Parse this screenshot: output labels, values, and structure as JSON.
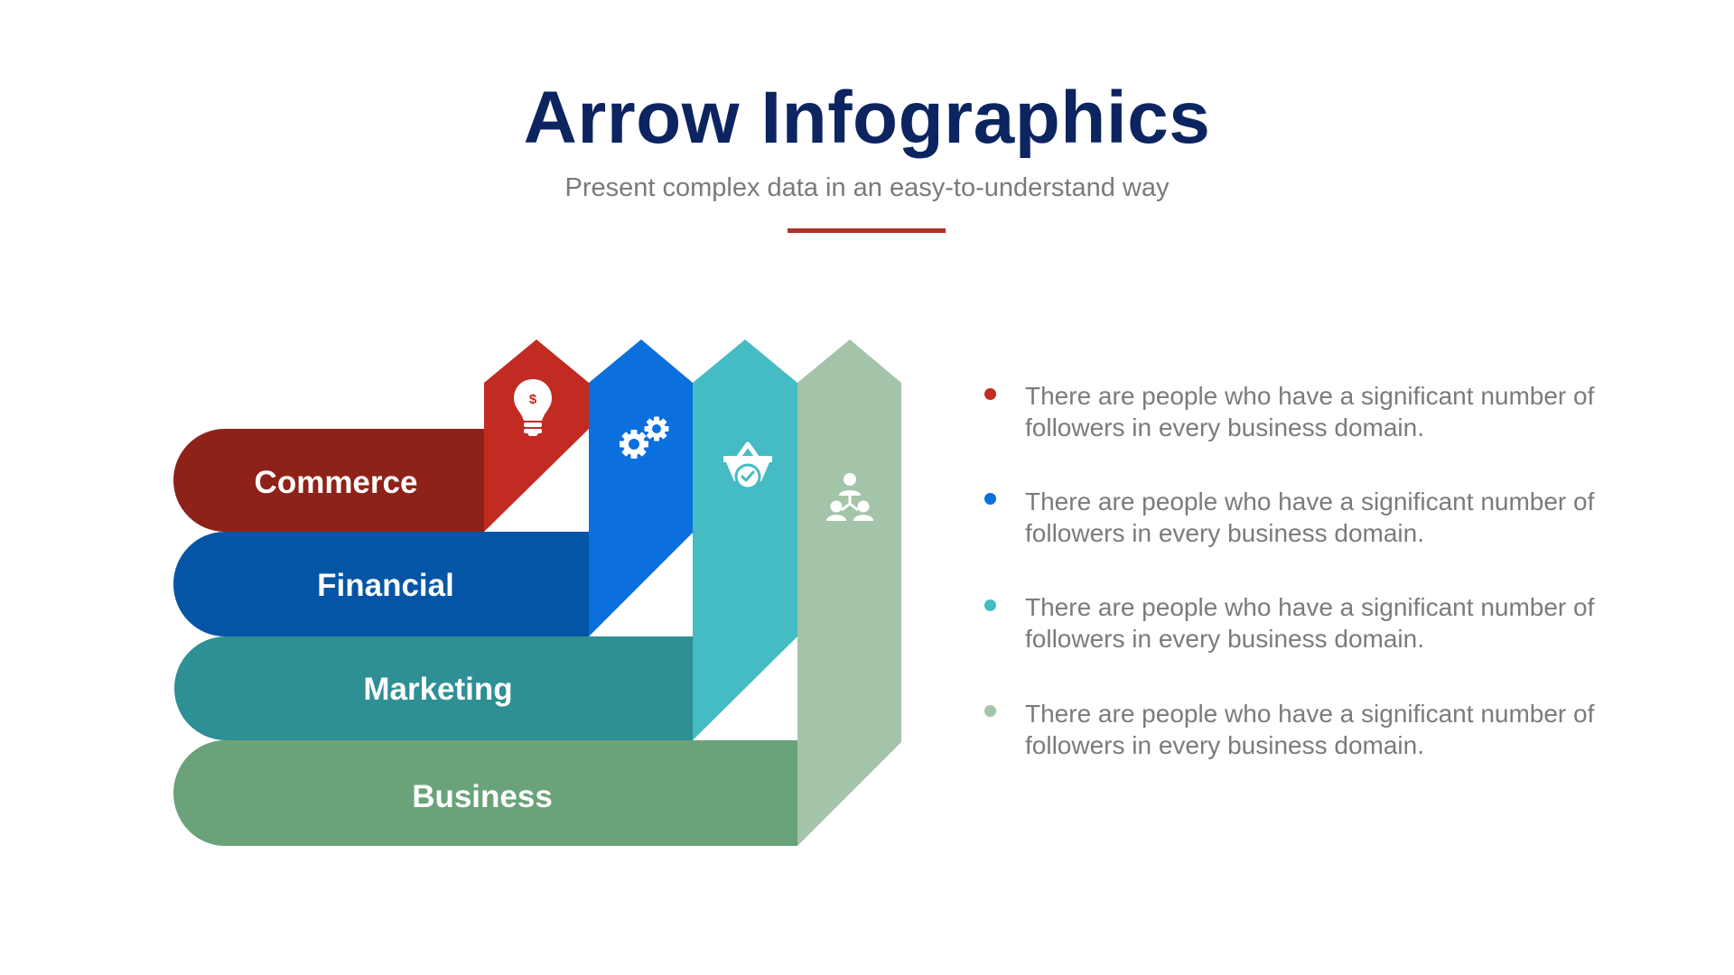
{
  "header": {
    "title": "Arrow Infographics",
    "subtitle": "Present complex data in an easy-to-understand way",
    "accent_line_color": "#b0302a"
  },
  "arrows": [
    {
      "label": "Commerce",
      "icon": "lightbulb-dollar-icon",
      "bar_color": "#8e2218",
      "arrow_color": "#c12b22",
      "icon_text": "$"
    },
    {
      "label": "Financial",
      "icon": "gears-icon",
      "bar_color": "#0455a6",
      "arrow_color": "#0b70de"
    },
    {
      "label": "Marketing",
      "icon": "basket-check-icon",
      "bar_color": "#2e8f94",
      "arrow_color": "#45bcc4"
    },
    {
      "label": "Business",
      "icon": "team-hierarchy-icon",
      "bar_color": "#6aa27a",
      "arrow_color": "#a4c4aa"
    }
  ],
  "bullets": [
    {
      "dot_color": "#c12b22",
      "text": "There are people who have a significant number of followers in every business domain."
    },
    {
      "dot_color": "#0b70de",
      "text": "There are people who have a significant number of followers in every business domain."
    },
    {
      "dot_color": "#45bcc4",
      "text": "There are people who have a significant number of followers in every business domain."
    },
    {
      "dot_color": "#a4c4aa",
      "text": "There are people who have a significant number of followers in every business domain."
    }
  ]
}
